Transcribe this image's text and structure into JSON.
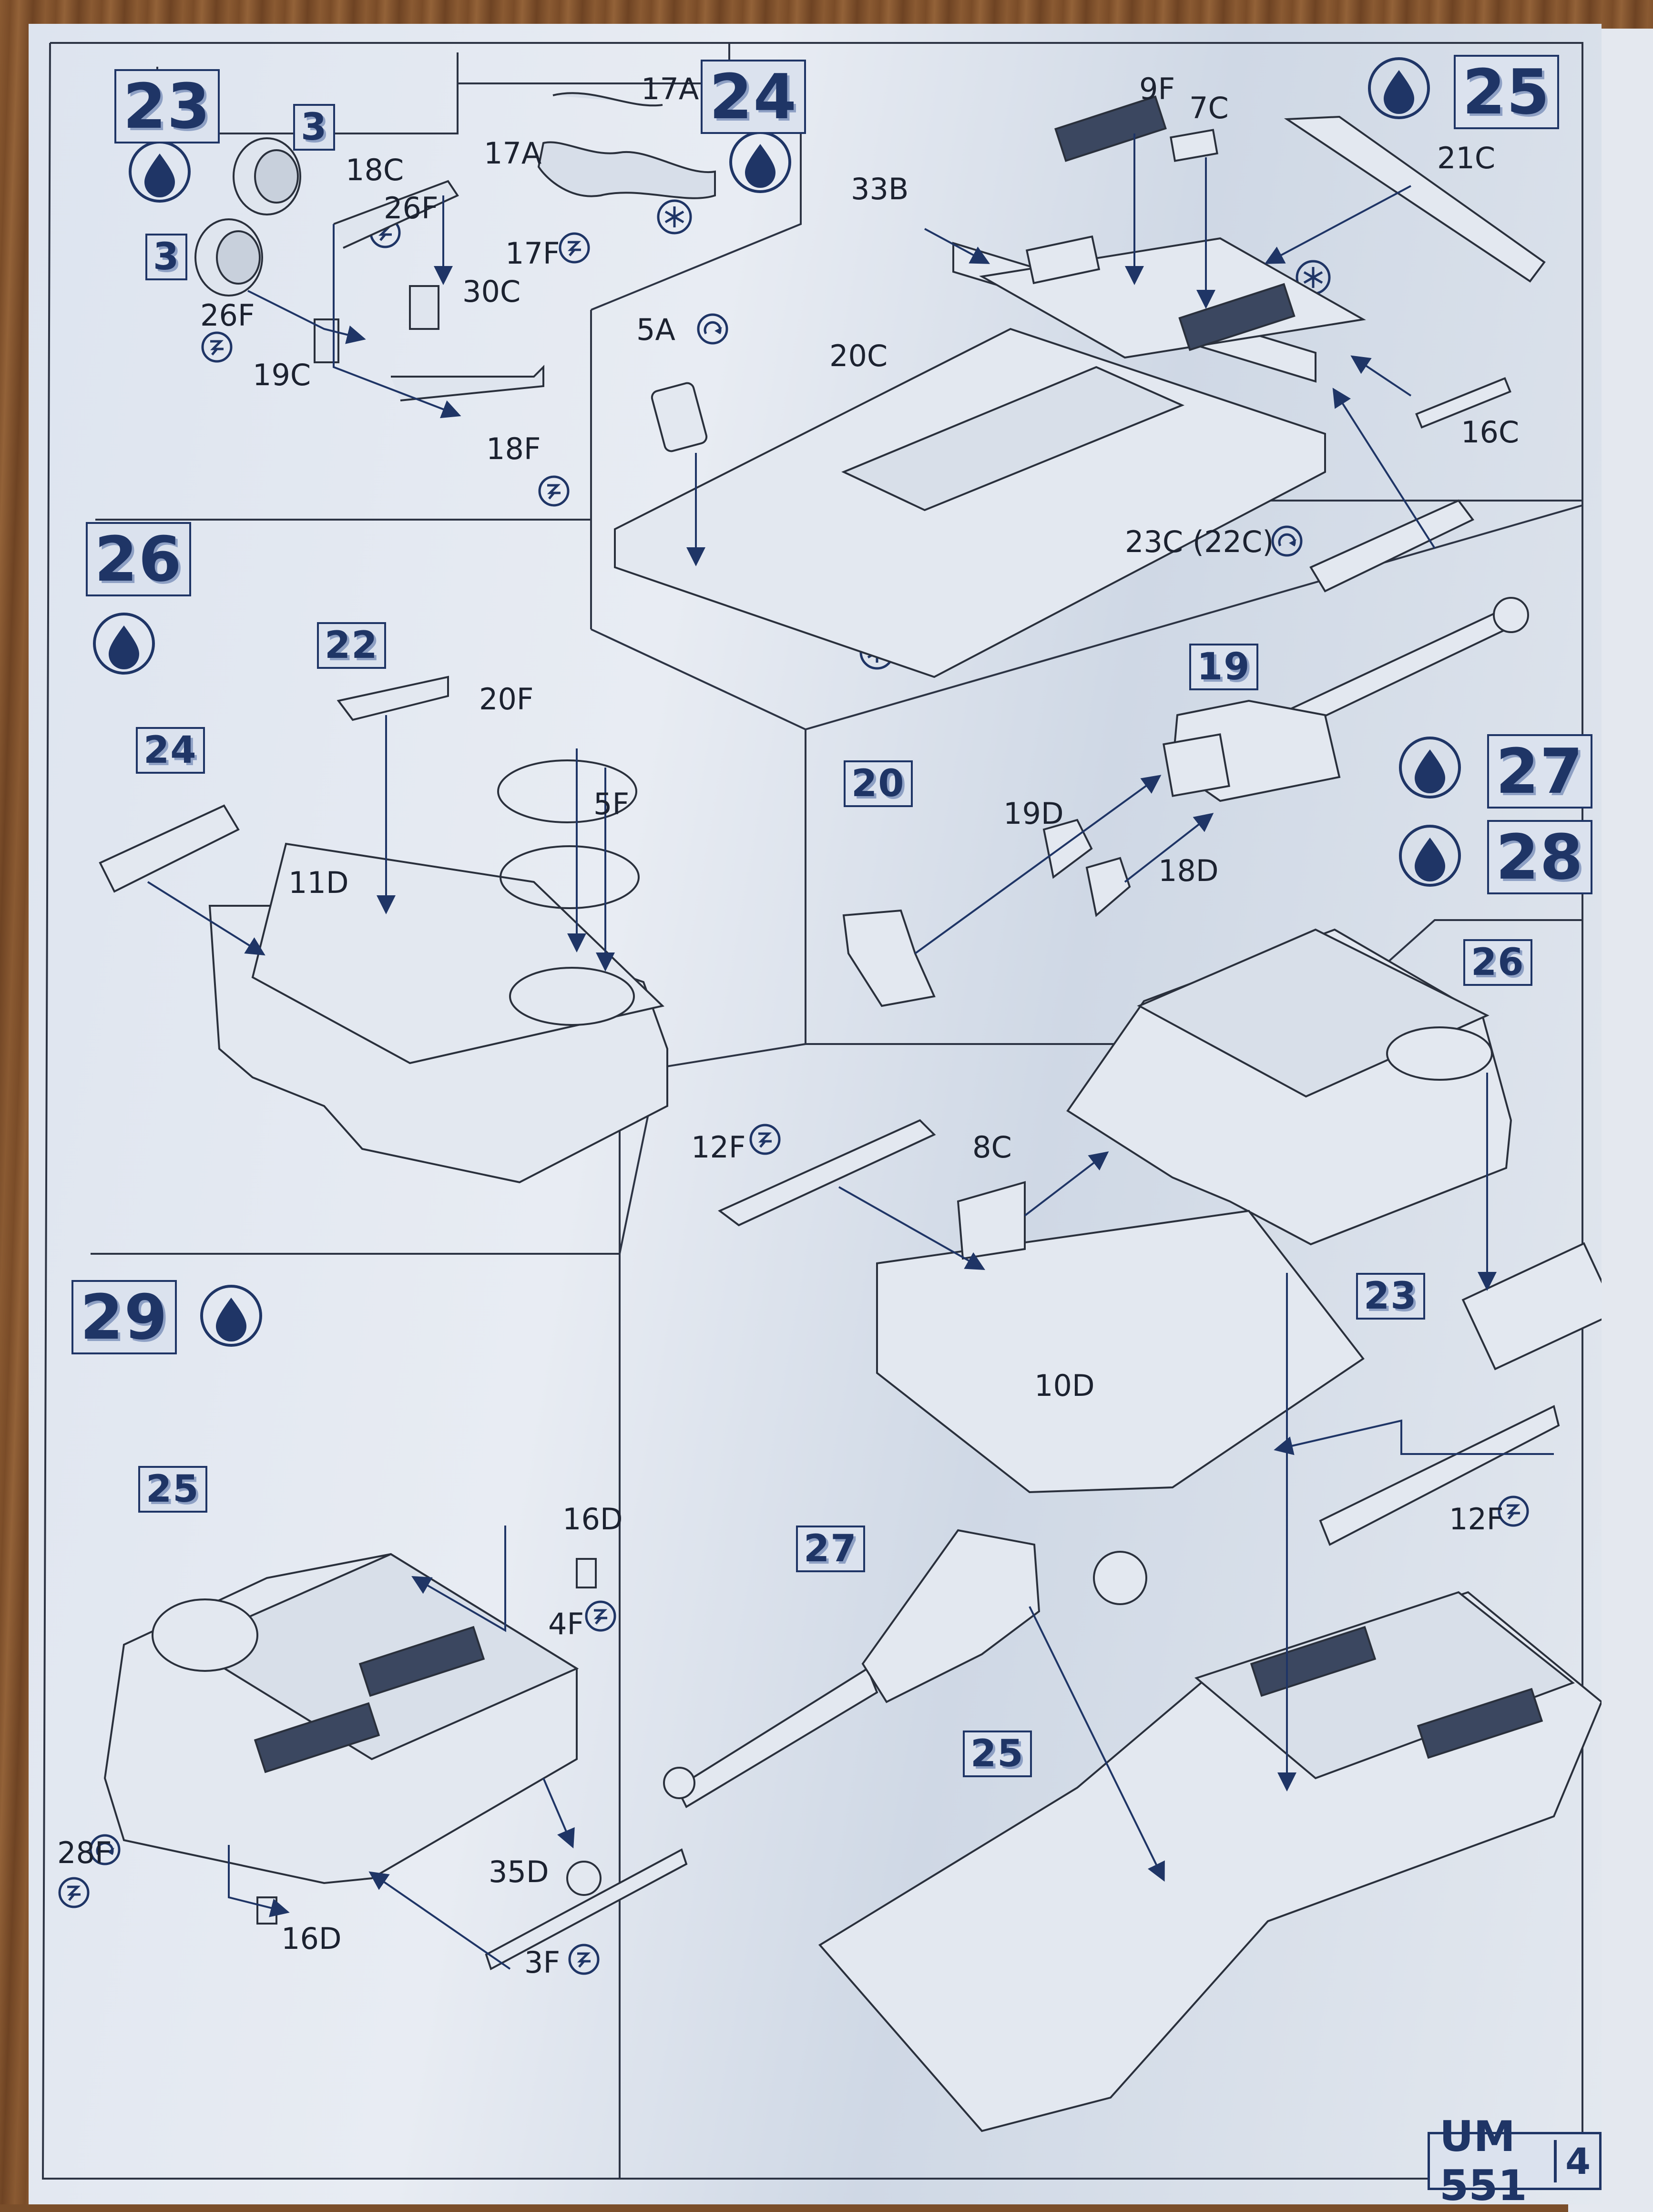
{
  "steps": [
    "23",
    "24",
    "25",
    "26",
    "27",
    "28",
    "29"
  ],
  "sub_labels": {
    "s23_3a": "3",
    "s23_3b": "3",
    "s26_22": "22",
    "s26_24": "24",
    "s27_19": "19",
    "s27_20": "20",
    "s28_26": "26",
    "s28_23": "23",
    "s28_27": "27",
    "s28_25": "25",
    "s29_25": "25"
  },
  "parts": {
    "p18C": "18C",
    "p26F_a": "26F",
    "p26F_b": "26F",
    "p30C": "30C",
    "p19C": "19C",
    "p18F": "18F",
    "p17A_a": "17A",
    "p17A_b": "17A",
    "p17F": "17F",
    "p9F": "9F",
    "p7C": "7C",
    "p33B": "33B",
    "p21C": "21C",
    "p5A": "5A",
    "p20C": "20C",
    "p16C": "16C",
    "p23C": "23C (22C)",
    "p20F": "20F",
    "p5F": "5F",
    "p11D": "11D",
    "p19D": "19D",
    "p18D": "18D",
    "p12F_a": "12F",
    "p8C": "8C",
    "p10D": "10D",
    "p12F_b": "12F",
    "p16D_a": "16D",
    "p4F": "4F",
    "p28F": "28F",
    "p35D": "35D",
    "p16D_b": "16D",
    "p3F": "3F"
  },
  "icons": [
    "paint-drop-icon",
    "glue-icon",
    "optional-part-icon",
    "repeat-icon"
  ],
  "colors": {
    "ink": "#1f3566",
    "paper": "#e3e8f0"
  },
  "footer": {
    "code": "UM 551",
    "page": "4"
  }
}
